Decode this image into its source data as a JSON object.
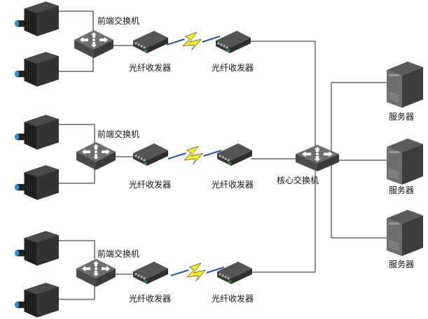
{
  "diagram": {
    "type": "network-topology",
    "groups": [
      {
        "id": "group-1",
        "cameras": [
          "camera",
          "camera"
        ],
        "front_switch_label": "前端交换机",
        "transceiver_a_label": "光纤收发器",
        "transceiver_b_label": "光纤收发器",
        "link": "fiber-link"
      },
      {
        "id": "group-2",
        "cameras": [
          "camera",
          "camera"
        ],
        "front_switch_label": "前端交换机",
        "transceiver_a_label": "光纤收发器",
        "transceiver_b_label": "光纤收发器",
        "link": "fiber-link"
      },
      {
        "id": "group-3",
        "cameras": [
          "camera",
          "camera"
        ],
        "front_switch_label": "前端交换机",
        "transceiver_a_label": "光纤收发器",
        "transceiver_b_label": "光纤收发器",
        "link": "fiber-link"
      }
    ],
    "core_switch_label": "核心交换机",
    "servers": [
      {
        "label": "服务器"
      },
      {
        "label": "服务器"
      },
      {
        "label": "服务器"
      }
    ],
    "colors": {
      "line": "#1a1a1a",
      "lightning": "#f5f01e",
      "lightning_outline": "#1f4e9a",
      "device_dark": "#3c3c3c",
      "camera_lens": "#2f8fd8"
    }
  }
}
